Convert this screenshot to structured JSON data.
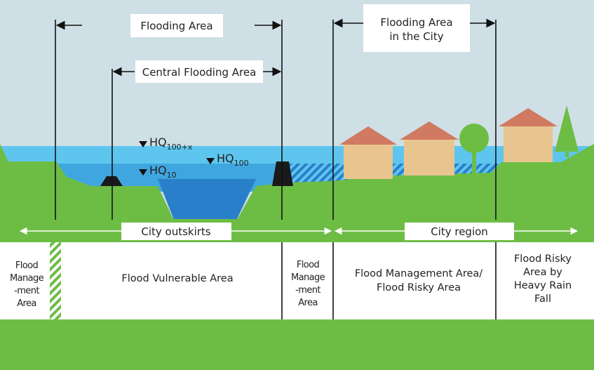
{
  "top_labels": {
    "flooding_area": "Flooding Area",
    "central_flooding_area": "Central Flooding Area",
    "flooding_area_city_line1": "Flooding Area",
    "flooding_area_city_line2": "in the City"
  },
  "water_levels": {
    "hq_100x_main": "HQ",
    "hq_100x_sub": "100+x",
    "hq_100_main": "HQ",
    "hq_100_sub": "100",
    "hq_10_main": "HQ",
    "hq_10_sub": "10"
  },
  "regions": {
    "city_outskirts": "City outskirts",
    "city_region": "City region"
  },
  "zones": {
    "flood_management_left": [
      "Flood",
      "Manage",
      "-ment",
      "Area"
    ],
    "flood_vulnerable": "Flood Vulnerable Area",
    "flood_management_mid": [
      "Flood",
      "Manage",
      "-ment",
      "Area"
    ],
    "flood_management_risky": [
      "Flood Management Area/",
      "Flood Risky Area"
    ],
    "flood_risky_heavy_rain": [
      "Flood Risky",
      "Area by",
      "Heavy Rain",
      "Fall"
    ]
  },
  "colors": {
    "sky": "#cfdfe6",
    "water_light": "#5ec6ee",
    "water_mid": "#40a6df",
    "water_deep": "#2a7fca",
    "ground": "#6dbd45",
    "roof": "#d07a62",
    "house": "#e8c58f",
    "tree": "#6dbd45",
    "dike": "#1a1a1a"
  }
}
